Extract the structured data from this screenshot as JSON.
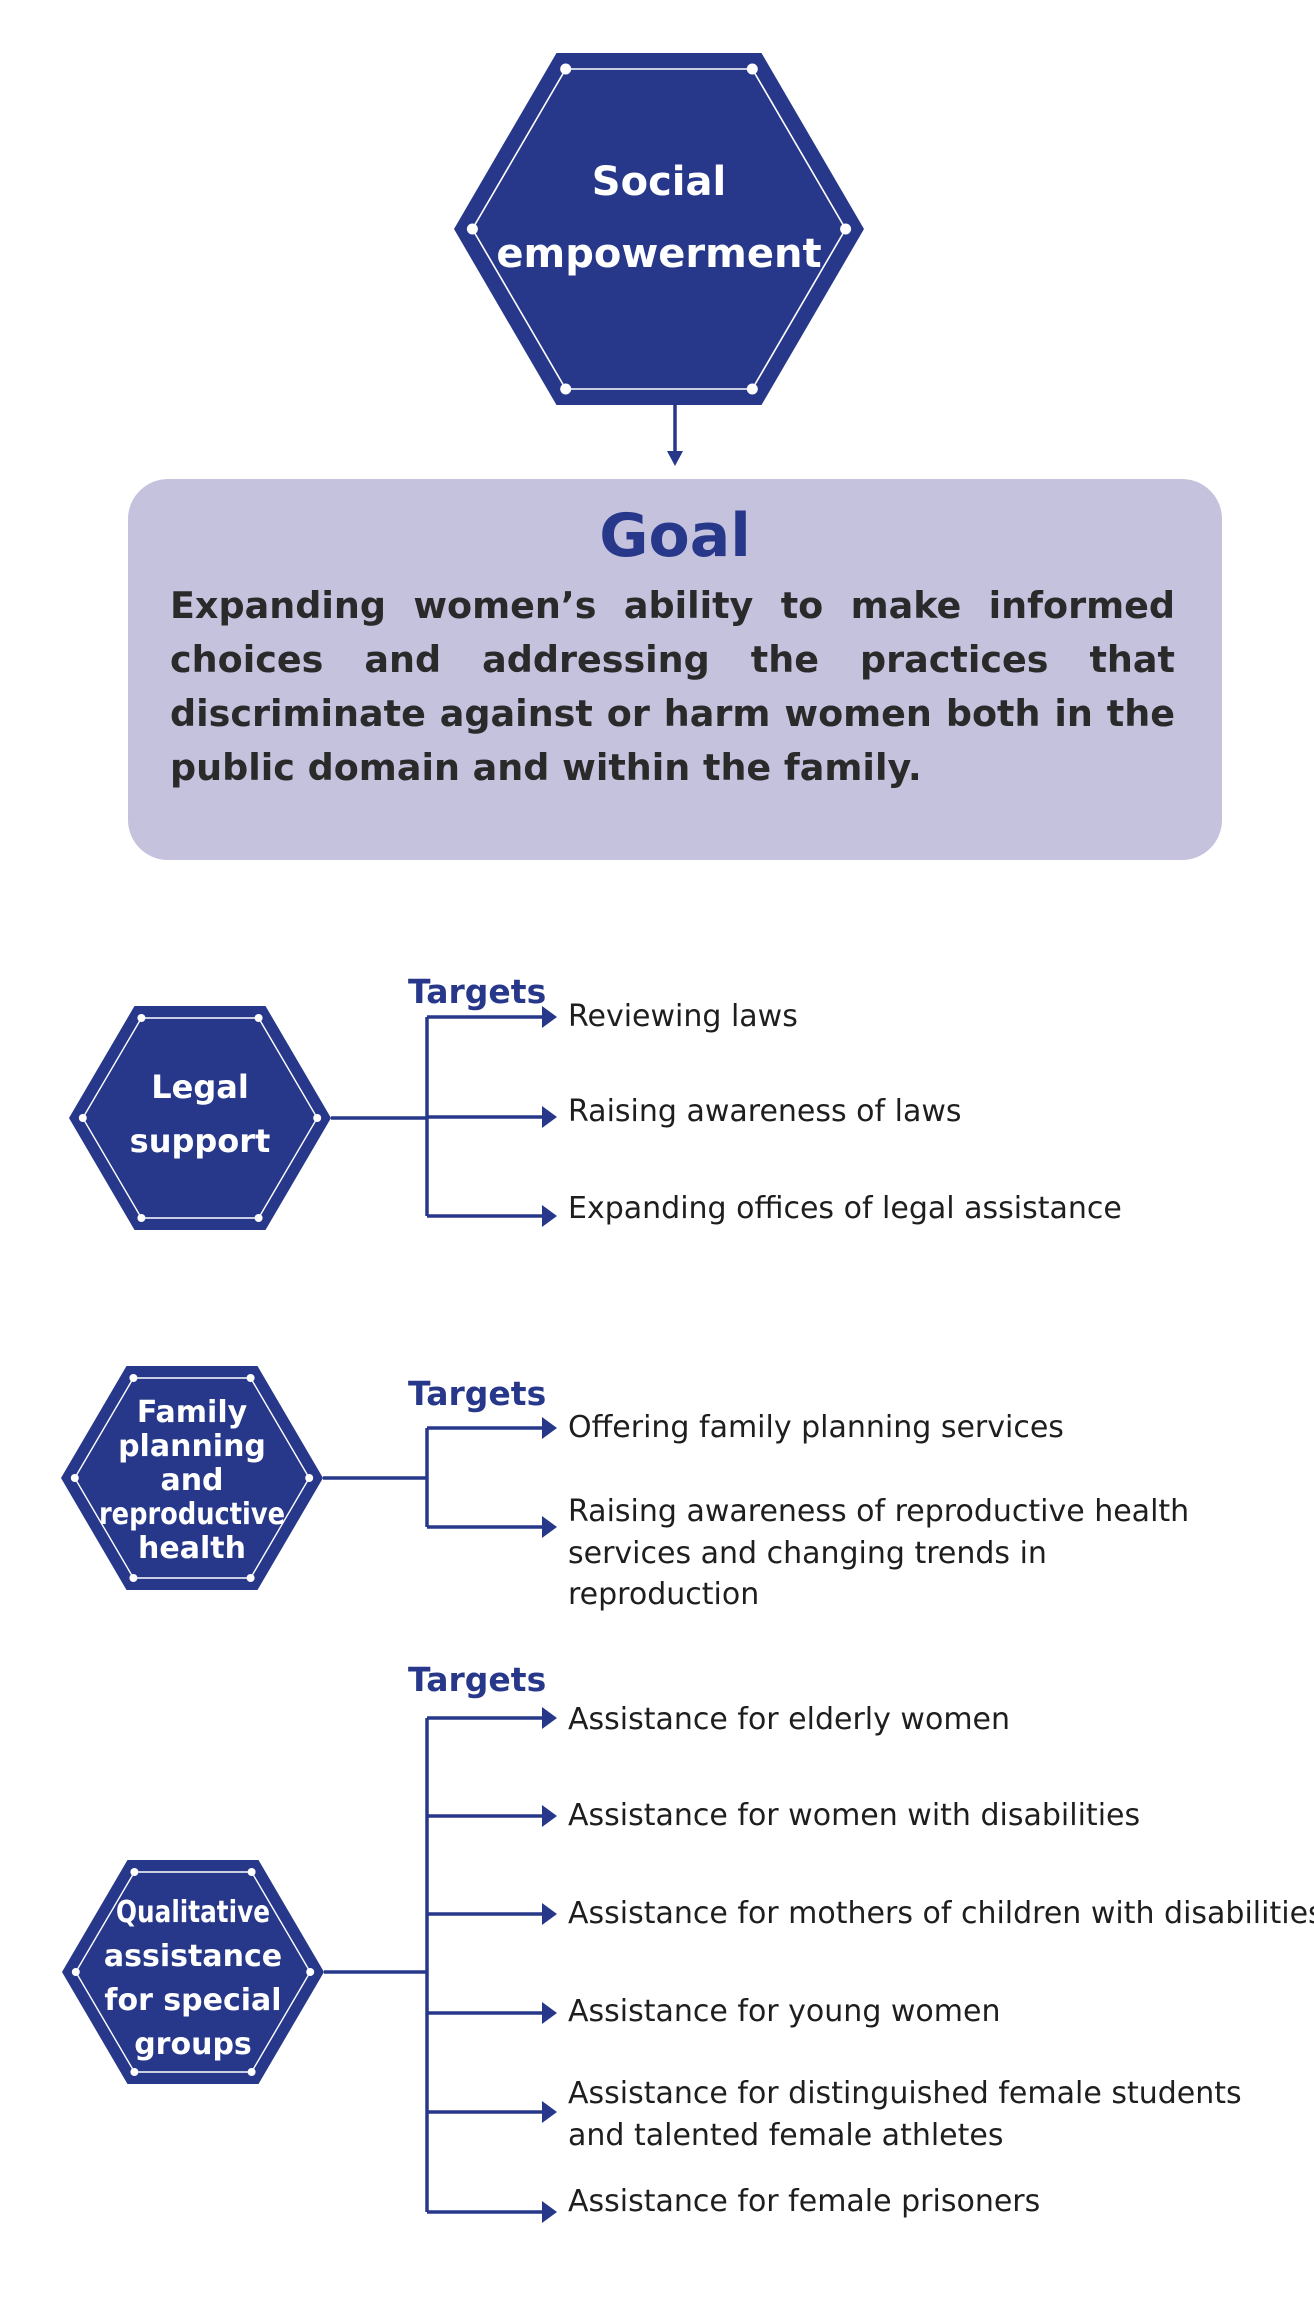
{
  "colors": {
    "primary": "#27388a",
    "goal_bg": "#c5c2de",
    "text": "#1e1e1e"
  },
  "top": {
    "lines": [
      "Social",
      "empowerment"
    ]
  },
  "goal": {
    "title": "Goal",
    "text": "Expanding women’s ability to make informed choices and addressing the practices that discriminate against or harm women both in the public domain and within the family."
  },
  "groups": [
    {
      "hex_lines": [
        "Legal",
        "support"
      ],
      "targets_label": "Targets",
      "targets": [
        [
          "Reviewing laws"
        ],
        [
          "Raising awareness of laws"
        ],
        [
          "Expanding offices of legal assistance"
        ]
      ]
    },
    {
      "hex_lines": [
        "Family",
        "planning",
        "and",
        "reproductive",
        "health"
      ],
      "targets_label": "Targets",
      "targets": [
        [
          "Offering family planning services"
        ],
        [
          "Raising awareness of reproductive health",
          "services and changing trends in",
          "reproduction"
        ]
      ]
    },
    {
      "hex_lines": [
        "Qualitative",
        "assistance",
        "for special",
        "groups"
      ],
      "targets_label": "Targets",
      "targets": [
        [
          "Assistance for elderly women"
        ],
        [
          "Assistance for women with disabilities"
        ],
        [
          "Assistance for mothers of children with disabilities"
        ],
        [
          "Assistance for young women"
        ],
        [
          "Assistance for distinguished female students",
          "and talented female athletes"
        ],
        [
          "Assistance for female prisoners"
        ]
      ]
    }
  ]
}
